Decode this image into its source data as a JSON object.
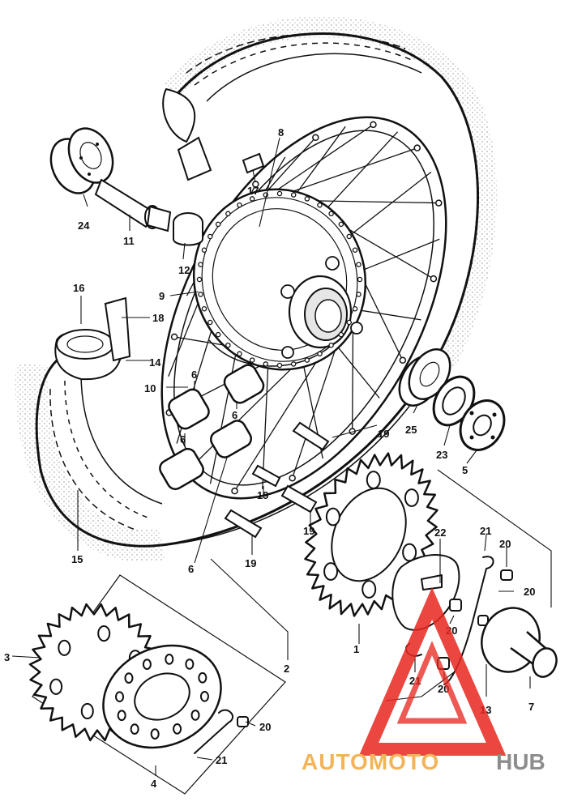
{
  "labels": {
    "l1": "1",
    "l2": "2",
    "l3": "3",
    "l4": "4",
    "l5": "5",
    "l6a": "6",
    "l6b": "6",
    "l6c": "6",
    "l6d": "6",
    "l7": "7",
    "l8": "8",
    "l9": "9",
    "l10": "10",
    "l11": "11",
    "l12": "12",
    "l13": "13",
    "l14": "14",
    "l15": "15",
    "l16": "16",
    "l17": "17",
    "l18": "18",
    "l19a": "19",
    "l19b": "19",
    "l19c": "19",
    "l19d": "19",
    "l20a": "20",
    "l20b": "20",
    "l20c": "20",
    "l20d": "20",
    "l20e": "20",
    "l21a": "21",
    "l21b": "21",
    "l21c": "21",
    "l22": "22",
    "l23": "23",
    "l24": "24",
    "l25": "25"
  },
  "watermark": {
    "part1": "AUTOMOTO",
    "part2": "HUB"
  },
  "colors": {
    "ink": "#111111",
    "watermark_red": "#e8271f",
    "watermark_orange": "#f2a83b",
    "watermark_grey": "#7a7a7a"
  }
}
